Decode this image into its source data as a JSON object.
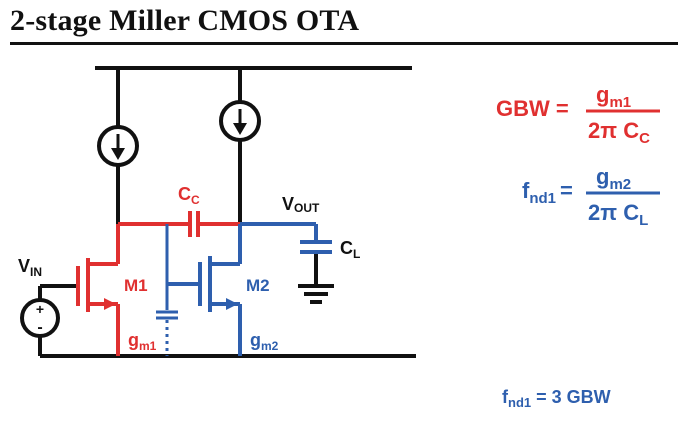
{
  "title": "2-stage Miller CMOS OTA",
  "colors": {
    "black": "#111111",
    "red": "#e03030",
    "blue": "#2e5fae"
  },
  "circuit": {
    "input_label": "V",
    "input_sub": "IN",
    "output_label": "V",
    "output_sub": "OUT",
    "cc_label": "C",
    "cc_sub": "C",
    "cl_label": "C",
    "cl_sub": "L",
    "m1_label": "M1",
    "m2_label": "M2",
    "gm1_label": "g",
    "gm1_sub": "m1",
    "gm2_label": "g",
    "gm2_sub": "m2"
  },
  "equations": {
    "gbw_lhs": "GBW =",
    "gbw_num": "g",
    "gbw_num_sub": "m1",
    "gbw_den": "2π C",
    "gbw_den_sub": "C",
    "fnd_lhs": "f",
    "fnd_lhs_sub": "nd1",
    "fnd_eq": "=",
    "fnd_num": "g",
    "fnd_num_sub": "m2",
    "fnd_den": "2π C",
    "fnd_den_sub": "L",
    "relation": "f",
    "relation_sub": "nd1",
    "relation_rest": " = 3 GBW"
  }
}
